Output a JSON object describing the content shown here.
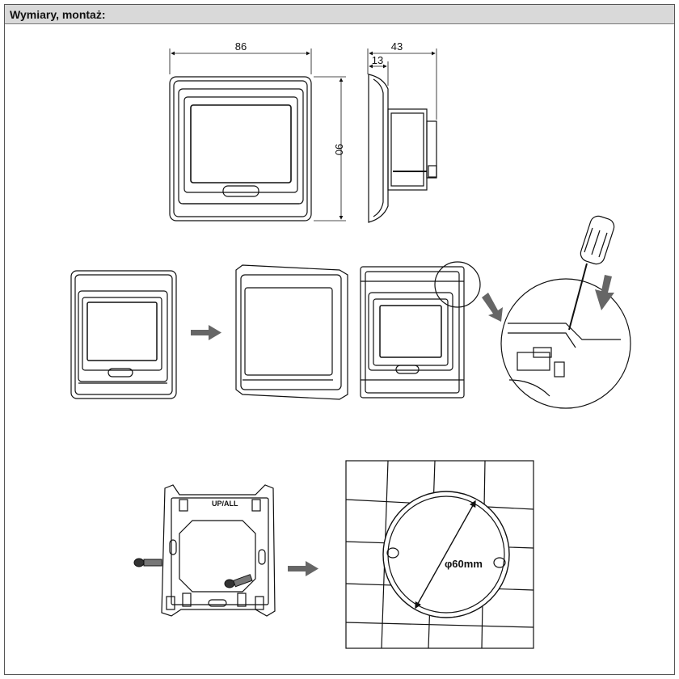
{
  "header": {
    "title": "Wymiary, montaż:"
  },
  "dimensions": {
    "width": "86",
    "height": "90",
    "depth_total": "43",
    "depth_front": "13"
  },
  "mounting_plate": {
    "label": "UP/ALL"
  },
  "wall_box": {
    "diameter": "φ60mm"
  }
}
